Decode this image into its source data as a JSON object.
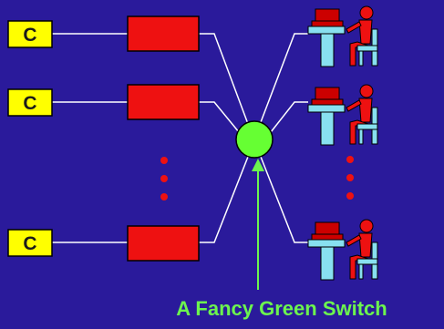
{
  "caption": "A Fancy Green Switch",
  "computers": [
    {
      "label": "C"
    },
    {
      "label": "C"
    },
    {
      "label": "C"
    }
  ],
  "colors": {
    "background": "#2a1a9b",
    "computer_box": "#ffff00",
    "interface_box": "#ee1111",
    "switch": "#66ff33",
    "caption": "#6cf54e",
    "links": "#ffffff",
    "ellipsis_dots": "#ee1111"
  },
  "icons": [
    "computer-box",
    "network-interface-box",
    "green-switch",
    "user-at-terminal-icon"
  ]
}
